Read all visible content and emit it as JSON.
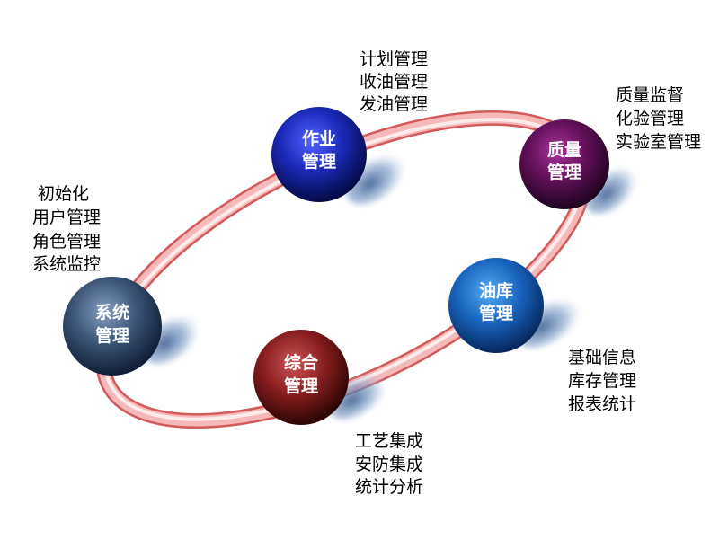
{
  "modules": {
    "xitong": {
      "title_line1": "系统",
      "title_line2": "管理",
      "items": [
        "初始化",
        "用户管理",
        "角色管理",
        "系统监控"
      ],
      "color": "#3c5578"
    },
    "zuoye": {
      "title_line1": "作业",
      "title_line2": "管理",
      "items": [
        "计划管理",
        "收油管理",
        "发油管理"
      ],
      "color": "#1a2ab8"
    },
    "zhiliang": {
      "title_line1": "质量",
      "title_line2": "管理",
      "items": [
        "质量监督",
        "化验管理",
        "实验室管理"
      ],
      "color": "#62105a"
    },
    "youku": {
      "title_line1": "油库",
      "title_line2": "管理",
      "items": [
        "基础信息",
        "库存管理",
        "报表统计"
      ],
      "color": "#1a66c0"
    },
    "zonghe": {
      "title_line1": "综合",
      "title_line2": "管理",
      "items": [
        "工艺集成",
        "安防集成",
        "统计分析"
      ],
      "color": "#8a1e1e"
    }
  },
  "ring": {
    "outline_color": "#d25a5a",
    "fill_color": "#f6b9b9",
    "highlight_color": "#fdebeb"
  }
}
